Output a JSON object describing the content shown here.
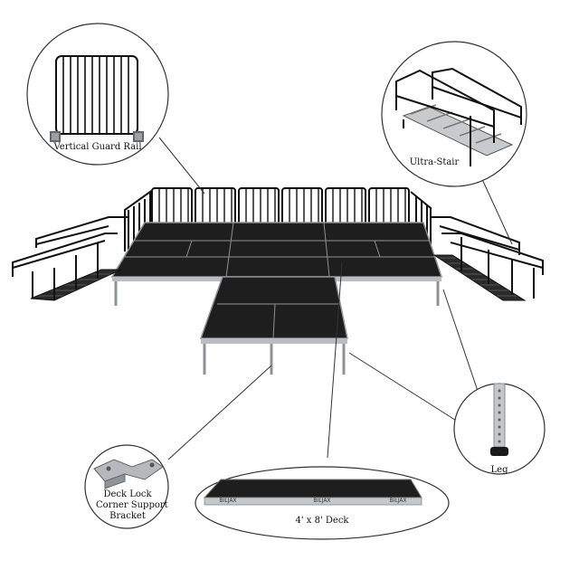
{
  "callouts": {
    "guard_rail": "Vertical Guard Rail",
    "stair": "Ultra-Stair",
    "leg": "Leg",
    "bracket_line1": "Deck Lock",
    "bracket_line2": "Corner Support",
    "bracket_line3": "Bracket",
    "deck": "4' x 8' Deck"
  },
  "deck_badges": {
    "left": "BILJAX",
    "center": "BILJAX",
    "right": "BILJAX"
  },
  "colors": {
    "deck_surface": "#1e1e1e",
    "frame_metal": "#b9bdc1",
    "rail_black": "#111111",
    "tread_grey": "#c8cbcd",
    "leader_line": "#333333"
  },
  "icons": {
    "guard_rail": "guard-rail-icon",
    "stair": "stair-icon",
    "leg": "leg-icon",
    "bracket": "bracket-icon",
    "deck": "deck-icon"
  }
}
